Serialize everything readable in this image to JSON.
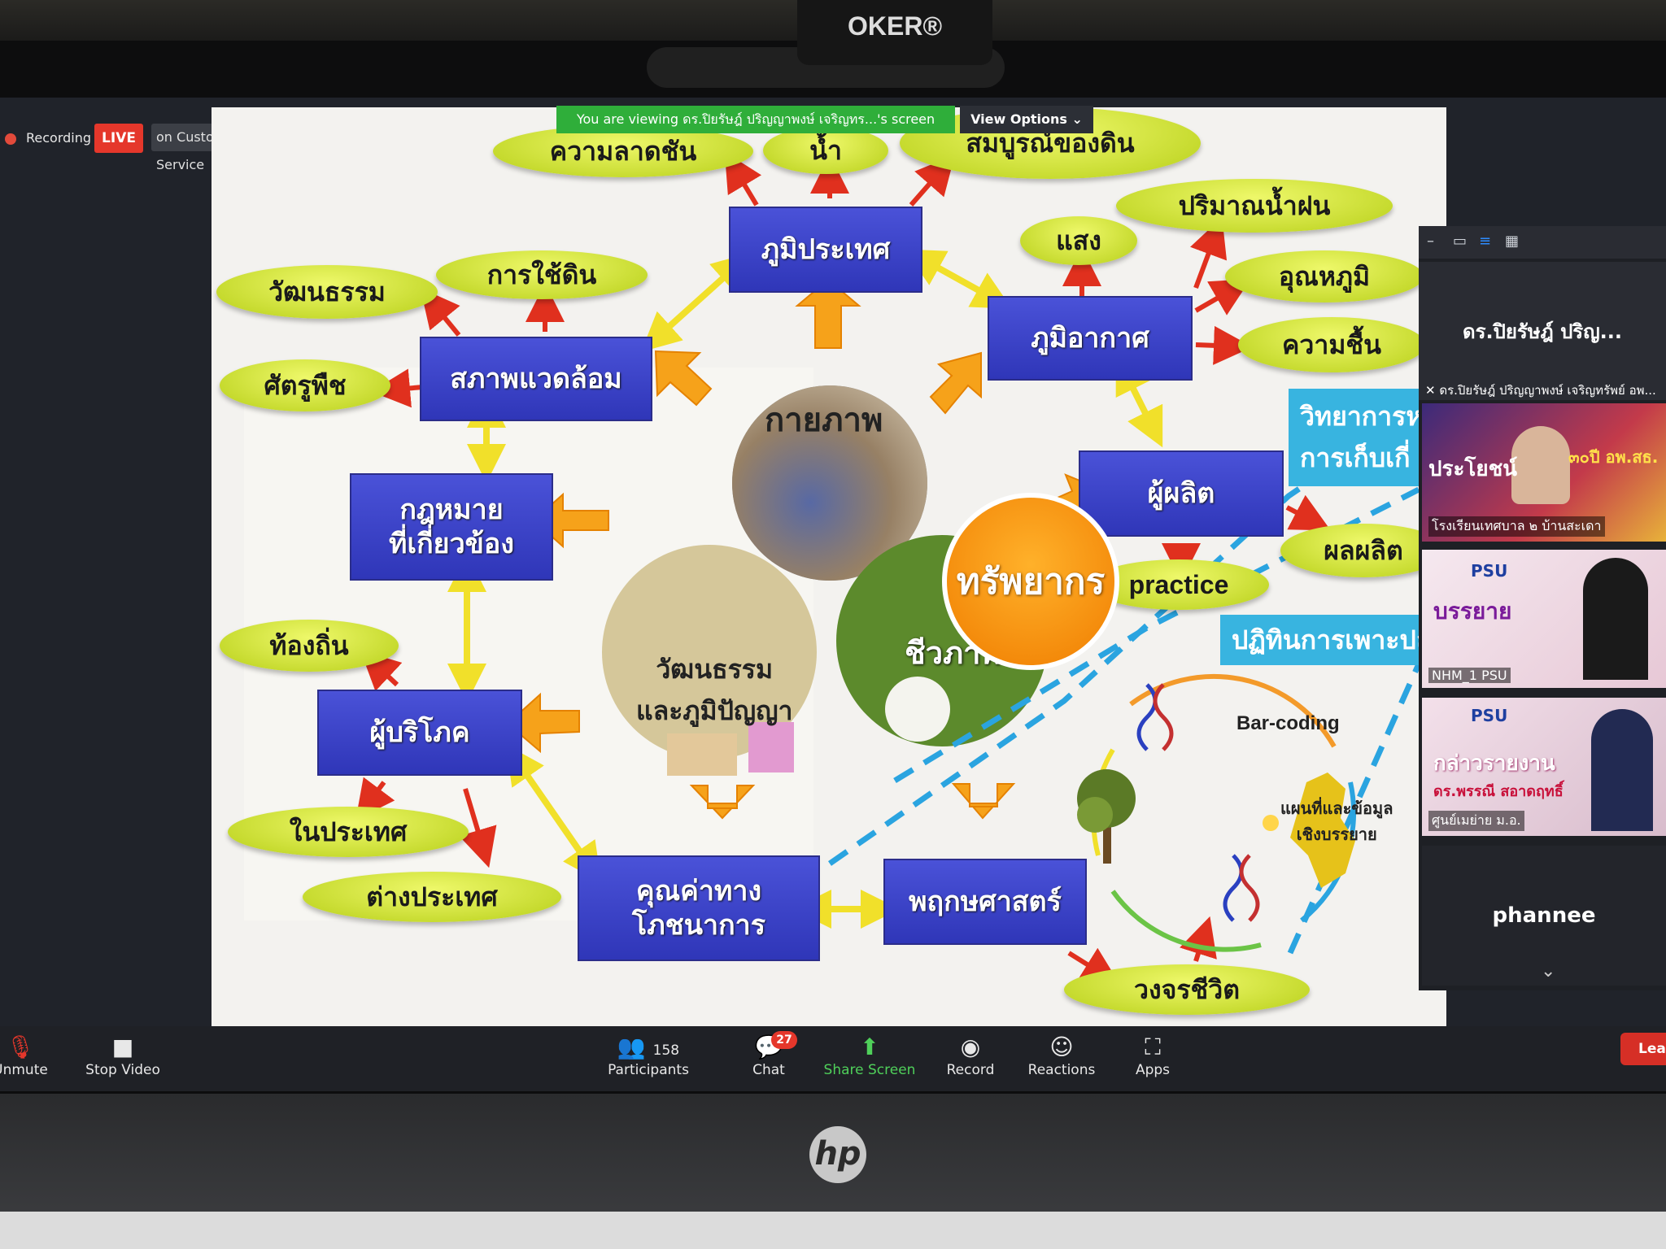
{
  "device": {
    "webcam_brand": "OKER®",
    "laptop_logo": "hp"
  },
  "meeting": {
    "recording_label": "Recording",
    "live_badge": "LIVE",
    "stream_service": "on Custom Live Streaming Service",
    "viewing_banner": "You are viewing ดร.ปิยรัษฎ์ ปริญญาพงษ์ เจริญทร...'s screen",
    "view_options": "View Options"
  },
  "slide": {
    "center": "ทรัพยากร",
    "circles": {
      "physical": "กายภาพ",
      "biological": "ชีวภาพ",
      "culture_line1": "วัฒนธรรม",
      "culture_line2": "และภูมิปัญญา"
    },
    "boxes": {
      "geography": "ภูมิประเทศ",
      "climate": "ภูมิอากาศ",
      "environment": "สภาพแวดล้อม",
      "law_line1": "กฎหมาย",
      "law_line2": "ที่เกี่ยวข้อง",
      "producer": "ผู้ผลิต",
      "consumer": "ผู้บริโภค",
      "nutrition_line1": "คุณค่าทาง",
      "nutrition_line2": "โภชนาการ",
      "botany": "พฤกษศาสตร์"
    },
    "ovals": {
      "slope": "ความลาดชัน",
      "water": "น้ำ",
      "soil_fertility": "สมบูรณ์ของดิน",
      "rainfall": "ปริมาณน้ำฝน",
      "light": "แสง",
      "temperature": "อุณหภูมิ",
      "humidity": "ความชื้น",
      "culture": "วัฒนธรรม",
      "land_use": "การใช้ดิน",
      "pests": "ศัตรูพืช",
      "local": "ท้องถิ่น",
      "domestic": "ในประเทศ",
      "overseas": "ต่างประเทศ",
      "practice": "practice",
      "product": "ผลผลิต",
      "life_cycle": "วงจรชีวิต"
    },
    "cyan_labels": {
      "harvest_line1": "วิทยาการห",
      "harvest_line2": "การเก็บเกี่",
      "cultivation": "ปฏิทินการเพาะปลู"
    },
    "annotations": {
      "barcoding": "Bar-coding",
      "map_line1": "แผนที่และข้อมูล",
      "map_line2": "เชิงบรรยาย"
    }
  },
  "panel": {
    "host_tile": "ดร.ปิยรัษฎ์ ปริญ...",
    "host_full_name": "ดร.ปิยรัษฎ์ ปริญญาพงษ์ เจริญทรัพย์ อพ...",
    "tiles": [
      {
        "label": "โรงเรียนเทศบาล ๒ บ้านสะเดา",
        "slide_text": "ประโยชน์",
        "year_text": "๓๐ปี อพ.สธ."
      },
      {
        "label": "NHM_1 PSU",
        "slide_text": "บรรยาย",
        "brand": "PSU"
      },
      {
        "label": "ศูนย์เมย่าย ม.อ.",
        "slide_text": "กล่าวรายงาน",
        "speaker": "ดร.พรรณี สอาดฤทธิ์",
        "brand": "PSU"
      }
    ],
    "bottom_tile": "phannee"
  },
  "toolbar": {
    "unmute": "Unmute",
    "stop_video": "Stop Video",
    "participants": "Participants",
    "participant_count": "158",
    "chat": "Chat",
    "chat_count": "27",
    "share_screen": "Share Screen",
    "record": "Record",
    "reactions": "Reactions",
    "apps": "Apps",
    "leave": "Leave"
  },
  "colors": {
    "box_blue": "#3a42c8",
    "oval_green": "#d4e636",
    "center_orange": "#f39000",
    "share_green": "#4fd05a",
    "live_red": "#e5372b",
    "banner_green": "#2fae3a"
  }
}
